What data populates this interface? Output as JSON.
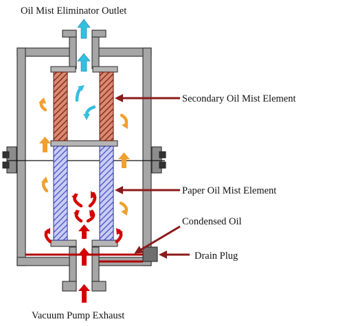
{
  "labels": {
    "outlet": "Oil Mist Eliminator Outlet",
    "secondary_element": "Secondary Oil Mist Element",
    "paper_element": "Paper Oil Mist Element",
    "condensed_oil": "Condensed Oil",
    "drain_plug": "Drain Plug",
    "inlet": "Vacuum Pump Exhaust"
  },
  "colors": {
    "housing": "#a6a6a6",
    "housing_outline": "#3a3a3a",
    "secondary_element": "#b0503a",
    "paper_element": "#5a63cc",
    "pointer": "#8b1a1a",
    "oil": "#b00000",
    "flow_in": "#d40000",
    "flow_mid": "#f0a030",
    "flow_out": "#33bfe0"
  }
}
